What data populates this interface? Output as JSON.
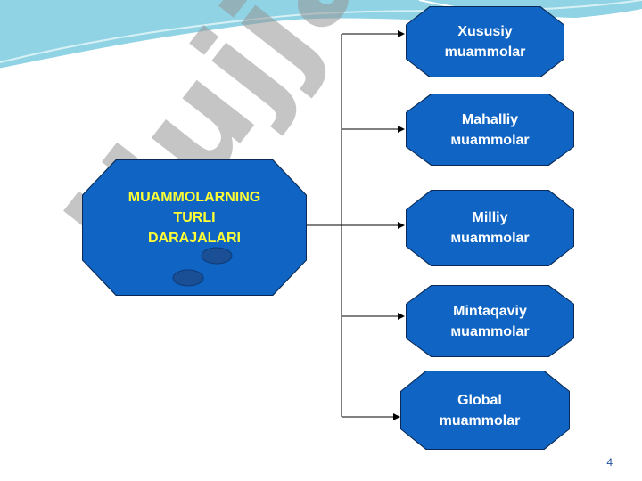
{
  "diagram": {
    "main_box": {
      "label": "MUAMMOLARNING\nTURLI\nDARAJALARI"
    },
    "branches": [
      {
        "label": "Xususiy\nmuammolar"
      },
      {
        "label": "Mahalliy\nмuammolar"
      },
      {
        "label": "Milliy\nмuammolar"
      },
      {
        "label": "Mintaqaviy\nмuammolar"
      },
      {
        "label": "Global\nmuammolar"
      }
    ]
  },
  "watermark": {
    "text": "Hujjat"
  },
  "slide": {
    "page_number": "4"
  },
  "colors": {
    "box_fill": "#1065c4",
    "main_text": "#ffff33",
    "box_text": "#ffffff",
    "wave": "#7fc9dd"
  }
}
